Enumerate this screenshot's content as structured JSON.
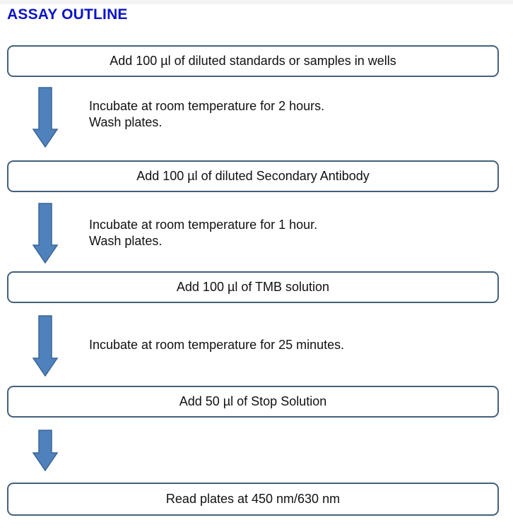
{
  "title": "ASSAY OUTLINE",
  "steps": [
    "Add 100 µl of diluted standards or samples in wells",
    "Add 100 µl of diluted Secondary Antibody",
    "Add 100 µl of TMB solution",
    "Add 50 µl of Stop Solution",
    "Read plates at 450 nm/630 nm"
  ],
  "notes": [
    [
      "Incubate at room temperature for 2 hours.",
      "Wash plates."
    ],
    [
      "Incubate at room temperature for 1 hour.",
      "Wash plates."
    ],
    [
      "Incubate at room temperature for 25 minutes."
    ]
  ],
  "colors": {
    "title": "#0a14c8",
    "arrow_fill": "#4f81bd",
    "arrow_stroke": "#3a6595",
    "box_border": "#44607d"
  }
}
